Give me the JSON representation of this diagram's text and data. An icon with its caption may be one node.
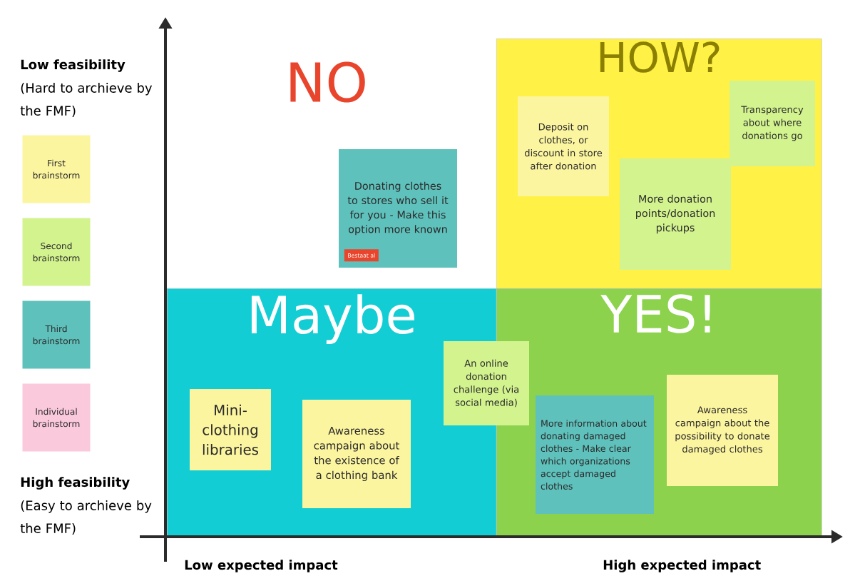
{
  "diagram": {
    "nodes": [
      {
        "text": [
          "HOW?"
        ]
      },
      {
        "text": [
          "Maybe"
        ]
      },
      {
        "text": [
          "YES!"
        ]
      },
      {
        "text": [
          "Deposit on clothes, or discount in store after donation"
        ],
        "in": 0
      },
      {
        "text": [
          "Transparency about where donations go"
        ],
        "in": 0
      },
      {
        "text": [
          "More donation points/donation pickups"
        ],
        "in": 0
      },
      {
        "text": [
          "Donating clothes to stores who sell it for you - Make this option more known"
        ]
      },
      {
        "text": [
          "Bestaat al"
        ],
        "in": 6
      },
      {
        "text": [
          "Mini-clothing libraries"
        ],
        "in": 1
      },
      {
        "text": [
          "Awareness campaign about the existence of a clothing bank"
        ],
        "in": 1
      },
      {
        "text": [
          "An online donation challenge (via social media)"
        ]
      },
      {
        "text": [
          "More information about donating damaged clothes - Make clear which organizations accept damaged clothes"
        ],
        "in": 2
      },
      {
        "text": [
          "Awareness campaign about the possibility to donate damaged clothes"
        ],
        "in": 2
      }
    ],
    "labels": [
      "Low feasibility",
      "(Hard to archieve by the FMF)",
      "NO",
      "High feasibility",
      "(Easy to archieve by the FMF)",
      "Low expected impact",
      "High expected impact"
    ],
    "legend": [
      {
        "text": "First brainstorm",
        "color": "#fcf5a0"
      },
      {
        "text": "Second brainstorm",
        "color": "#d3f38f"
      },
      {
        "text": "Third brainstorm",
        "color": "#5fc1bc"
      },
      {
        "text": "Individual brainstorm",
        "color": "#fbc9dc"
      }
    ]
  }
}
